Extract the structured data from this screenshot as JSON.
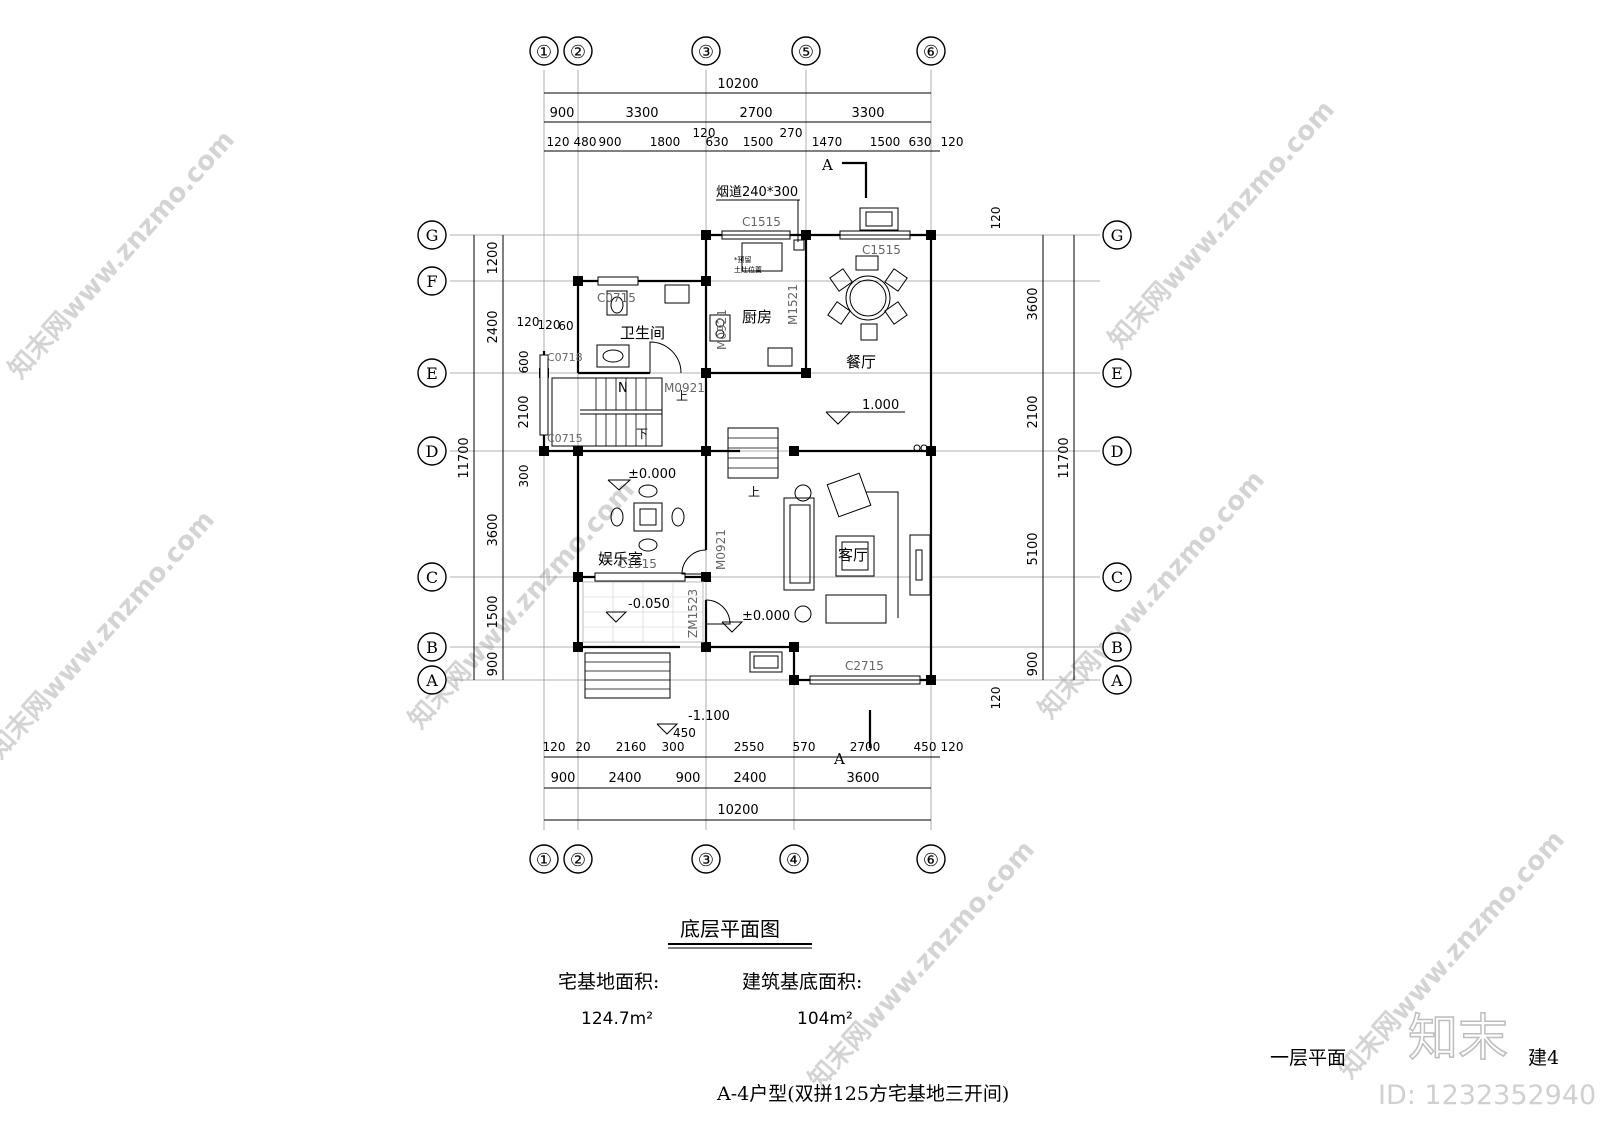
{
  "drawing": {
    "title": "底层平面图",
    "area_land_label": "宅基地面积:",
    "area_land_value": "124.7m²",
    "area_building_label": "建筑基底面积:",
    "area_building_value": "104m²",
    "sheet_name": "一层平面",
    "sheet_number": "建4",
    "subtitle": "A-4户型(双拼125方宅基地三开间)"
  },
  "brand": {
    "logo": "知末",
    "id_text": "ID: 1232352940",
    "watermark": "知末网www.znzmo.com"
  },
  "axes": {
    "top": [
      "①",
      "②",
      "③",
      "⑤",
      "⑥"
    ],
    "bottom": [
      "①",
      "②",
      "③",
      "④",
      "⑥"
    ],
    "left": [
      "G",
      "F",
      "E",
      "D",
      "C",
      "B",
      "A"
    ],
    "right": [
      "G",
      "E",
      "D",
      "C",
      "B",
      "A"
    ]
  },
  "dims": {
    "top_total": "10200",
    "top_row1": [
      "900",
      "3300",
      "2700",
      "3300"
    ],
    "top_row2": [
      "120",
      "480",
      "900",
      "1800",
      "120",
      "630",
      "1500",
      "270",
      "1470",
      "1500",
      "630",
      "120"
    ],
    "bottom_total": "10200",
    "bottom_row1": [
      "900",
      "2400",
      "900",
      "2400",
      "3600"
    ],
    "bottom_row2": [
      "120",
      "20",
      "2160",
      "300",
      "2550",
      "570",
      "2700",
      "450",
      "120"
    ],
    "left_total": "11700",
    "left": [
      "1200",
      "2400",
      "600",
      "2100",
      "300",
      "3600",
      "1500",
      "900"
    ],
    "left_small": [
      "120",
      "120",
      "60"
    ],
    "right_total": "11700",
    "right": [
      "3600",
      "2100",
      "5100",
      "900"
    ],
    "right_small": [
      "120",
      "120"
    ]
  },
  "rooms": {
    "kitchen": "厨房",
    "bathroom": "卫生间",
    "dining": "餐厅",
    "living": "客厅",
    "entertainment": "娱乐室"
  },
  "labels": {
    "chimney": "烟道240*300",
    "reserved": "*预留",
    "stove": "土灶位置",
    "section_mark": "A",
    "up": "上",
    "down": "下",
    "N": "N"
  },
  "elevations": {
    "dining": "1.000",
    "entertainment": "±0.000",
    "hall": "±0.000",
    "porch": "-0.050",
    "outside": "-1.100",
    "step": "450"
  },
  "openings": {
    "c1515_top": "C1515",
    "c1515_dining": "C1515",
    "c0715_bath": "C0715",
    "c0715_a": "C0718",
    "c0715_b": "C0715",
    "c1515_ent": "C1515",
    "c2715": "C2715",
    "m0921_bath": "M0921",
    "m0921_stair": "M0921",
    "m1521": "M1521",
    "m0921_ent": "M0921",
    "zm1523": "ZM1523"
  }
}
